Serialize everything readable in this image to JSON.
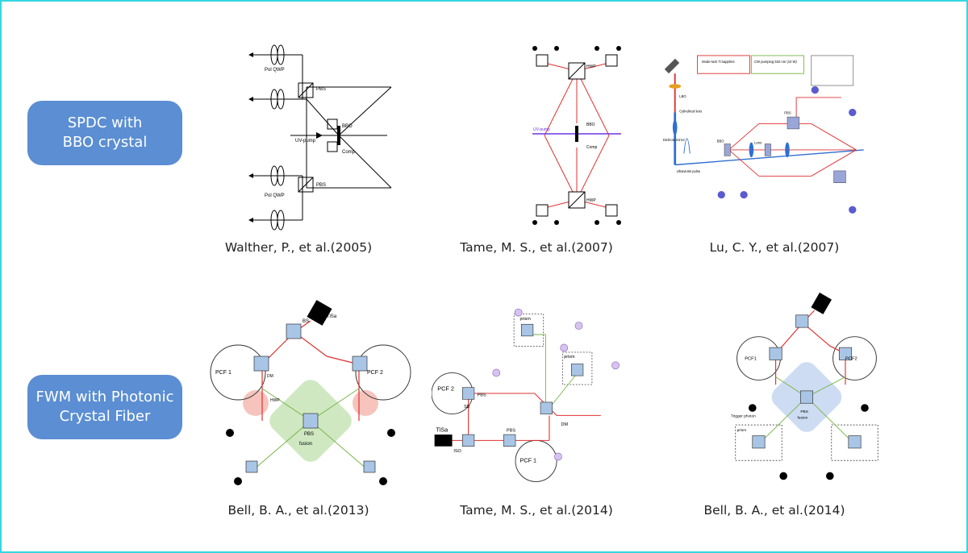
{
  "categories": [
    {
      "label": "SPDC with\nBBO crystal"
    },
    {
      "label": "FWM with Photonic\nCrystal Fiber"
    }
  ],
  "figures": [
    {
      "caption": "Walther, P., et al.(2005)"
    },
    {
      "caption": "Tame, M. S., et al.(2007)"
    },
    {
      "caption": "Lu, C. Y., et al.(2007)"
    },
    {
      "caption": "Bell, B. A., et al.(2013)"
    },
    {
      "caption": "Tame, M. S., et al.(2014)"
    },
    {
      "caption": "Bell, B. A., et al.(2014)"
    }
  ],
  "labels": {
    "pbs": "PBS",
    "bbo": "BBO",
    "comp": "Comp",
    "uv_pump": "UV-pump",
    "pol_qwp": "Pol QWP",
    "qwp": "QWP",
    "hwp": "HWP",
    "dm": "DM",
    "bs": "BS",
    "tisa": "TiSa",
    "iso": "ISO",
    "pcf1": "PCF 1",
    "pcf2": "PCF 2",
    "fusion": "fusion",
    "prism": "prism",
    "sb": "SB",
    "lens": "Lens",
    "mode_lock": "Mode-lock Ti:sapphire",
    "cw_pumping": "CW pumping 532 nm (10 W)",
    "ultraviolet_pulse": "Ultraviolet pulse",
    "dichroic": "Dichroic mirror",
    "cyl_lens": "Cylindrical lens",
    "lbo": "LBO",
    "trigger": "Trigger photon",
    "pcf1b": "PCF1",
    "pcf2b": "PCF2"
  },
  "colors": {
    "frame": "#35d6e0",
    "tag_bg": "#5b8ed3",
    "beam_red": "#e03030",
    "beam_green": "#7ab648",
    "beam_blue": "#2f6fd0",
    "violet": "#6a35e0",
    "fusion_green": "#cfe8c2",
    "fusion_blue": "#cddcf3",
    "pink": "#f6c4bd"
  }
}
